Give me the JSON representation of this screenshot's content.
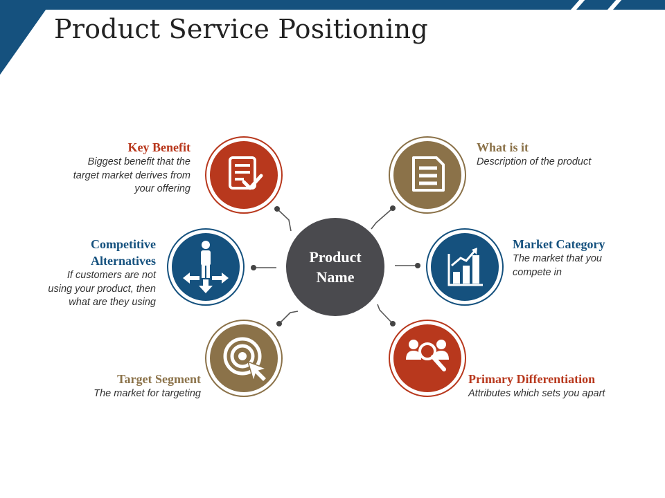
{
  "title": "Product Service Positioning",
  "center": {
    "label": "Product\nName"
  },
  "colors": {
    "red": "#b8381d",
    "brown": "#8b7249",
    "blue": "#15517e",
    "hub": "#4a4a4e",
    "connector": "#555555"
  },
  "items": {
    "key_benefit": {
      "title": "Key Benefit",
      "desc": "Biggest benefit that the\ntarget market derives from\nyour offering",
      "icon": "document-check-icon"
    },
    "competitive": {
      "title": "Competitive\nAlternatives",
      "desc": "If customers are not\nusing your product, then\nwhat are they using",
      "icon": "person-arrows-icon"
    },
    "target": {
      "title": "Target Segment",
      "desc": "The market for targeting",
      "icon": "target-icon"
    },
    "what": {
      "title": "What is it",
      "desc": "Description of the product",
      "icon": "document-icon"
    },
    "market": {
      "title": "Market Category",
      "desc": "The market that you\ncompete in",
      "icon": "bar-chart-icon"
    },
    "primary": {
      "title": "Primary Differentiation",
      "desc": "Attributes which sets you apart",
      "icon": "people-search-icon"
    }
  }
}
